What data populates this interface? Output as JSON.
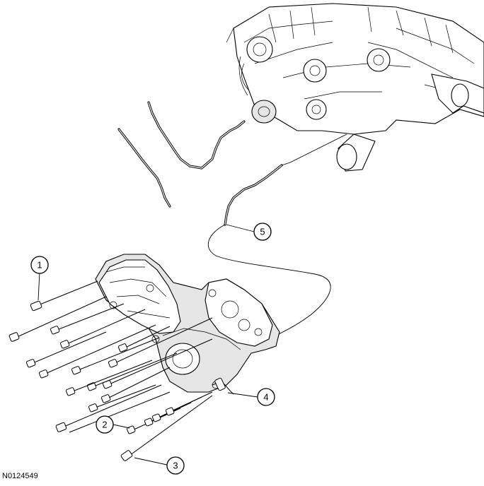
{
  "figure_id": "N0124549",
  "callouts": [
    {
      "label": "1"
    },
    {
      "label": "2"
    },
    {
      "label": "3"
    },
    {
      "label": "4"
    },
    {
      "label": "5"
    }
  ]
}
